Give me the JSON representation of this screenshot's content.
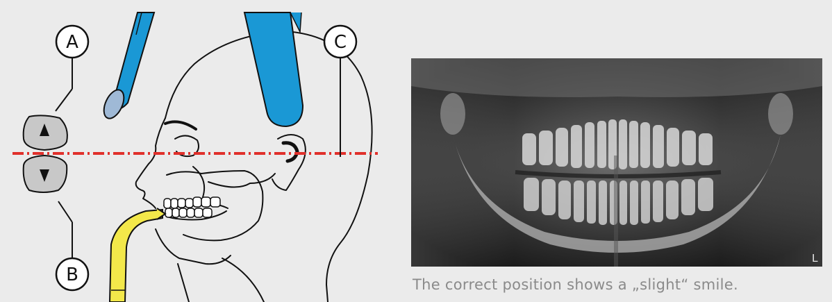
{
  "callouts": {
    "a": "A",
    "b": "B",
    "c": "C"
  },
  "controls": {
    "up_icon": "up-arrow-icon",
    "down_icon": "down-arrow-icon"
  },
  "xray": {
    "side_label": "L"
  },
  "caption": "The correct position shows a „slight“ smile.",
  "colors": {
    "background": "#ebebeb",
    "laser_line": "#e0302b",
    "headrest_blue": "#1a98d5",
    "bite_block_yellow": "#f3e84a",
    "outline": "#111111",
    "button_grey": "#c8c8c8",
    "caption_text": "#8a8a8a"
  }
}
